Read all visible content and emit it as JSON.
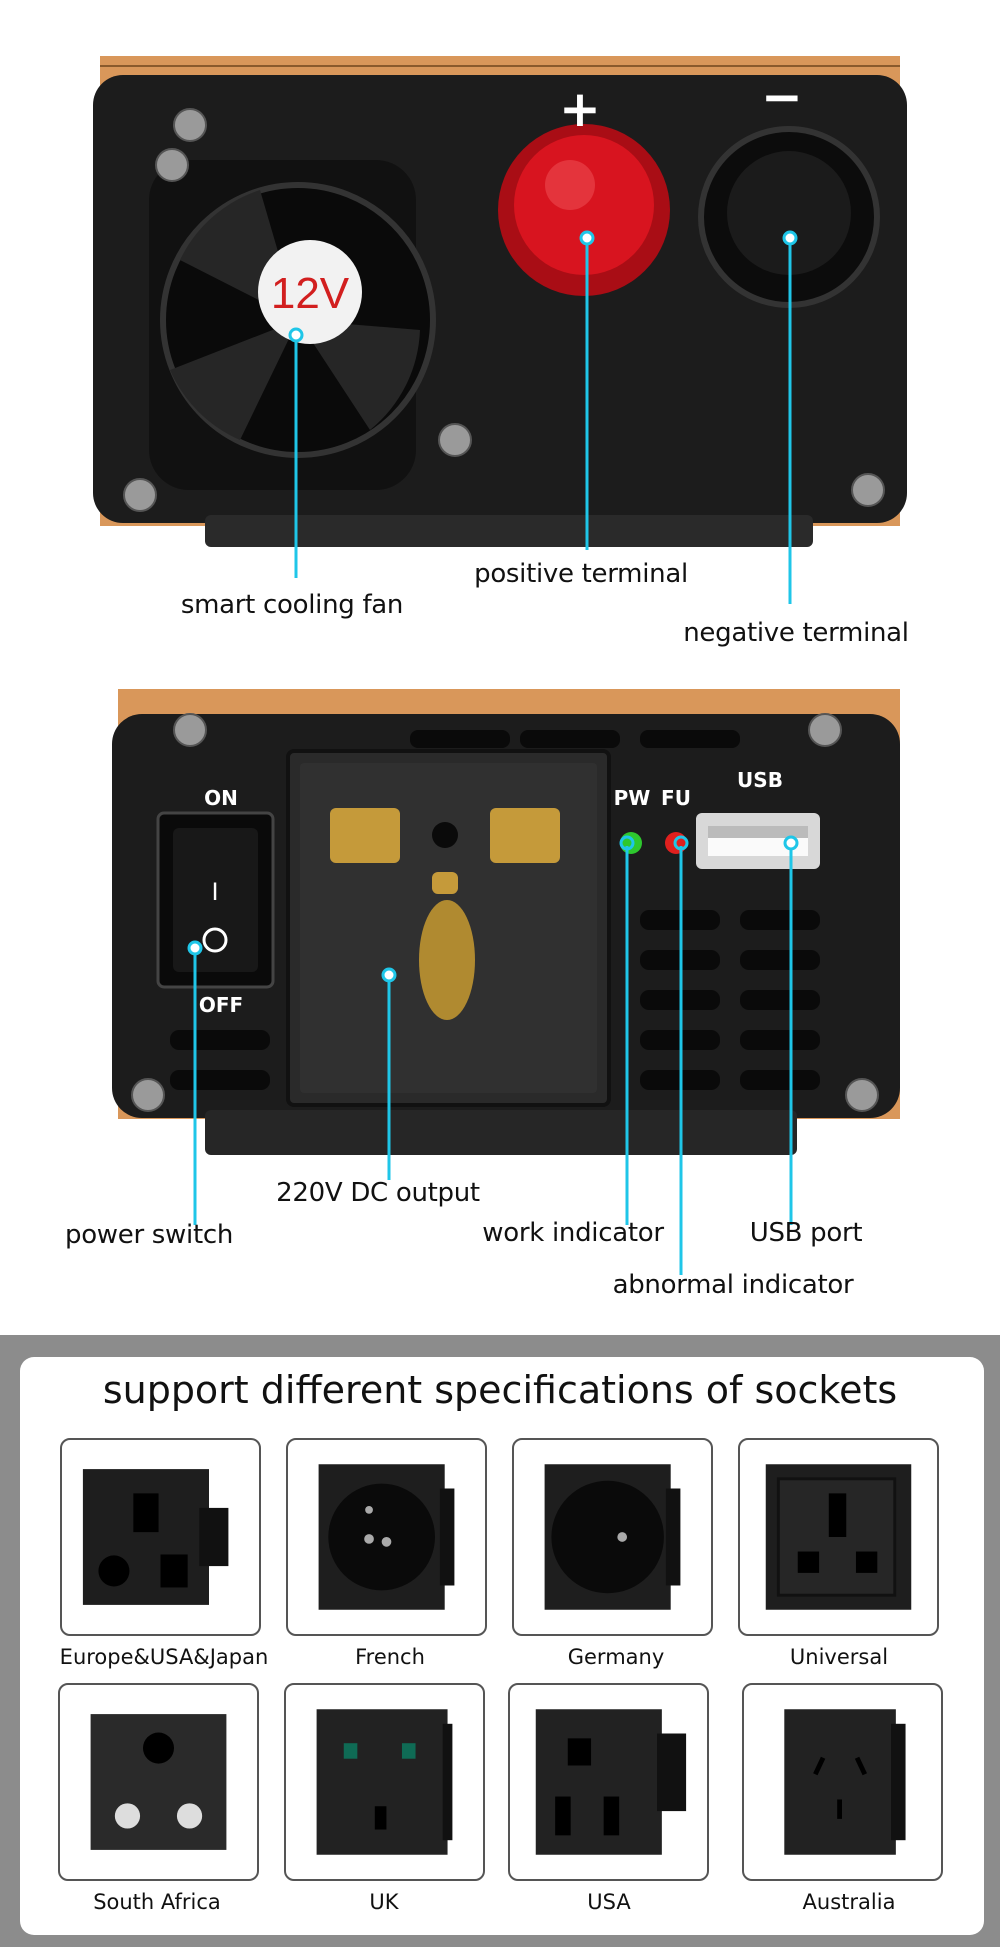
{
  "panel_front": {
    "fan_voltage": "12V",
    "positive_symbol": "+",
    "negative_symbol": "−",
    "labels": {
      "fan": "smart cooling fan",
      "positive": "positive terminal",
      "negative": "negative terminal"
    }
  },
  "panel_back": {
    "switch_on": "ON",
    "switch_off": "OFF",
    "switch_i": "I",
    "led_pw": "PW",
    "led_fu": "FU",
    "usb_text": "USB",
    "labels": {
      "output": "220V DC output",
      "switch": "power switch",
      "work": "work indicator",
      "usb": "USB port",
      "abnormal": "abnormal indicator"
    }
  },
  "sockets": {
    "title": "support different specifications of sockets",
    "items": [
      {
        "label": "Europe&USA&Japan",
        "icon": "universal-3-pin"
      },
      {
        "label": "French",
        "icon": "french-round"
      },
      {
        "label": "Germany",
        "icon": "schuko-round"
      },
      {
        "label": "Universal",
        "icon": "universal-multi"
      },
      {
        "label": "South Africa",
        "icon": "south-africa-round-pins"
      },
      {
        "label": "UK",
        "icon": "uk-rect-pins"
      },
      {
        "label": "USA",
        "icon": "usa-flat-pins"
      },
      {
        "label": "Australia",
        "icon": "australia-angled-pins"
      }
    ]
  },
  "colors": {
    "callout": "#1fc6e8",
    "fin": "#d9975a",
    "body": "#1c1c1c",
    "red_terminal": "#d8141f",
    "led_green": "#2ec82e",
    "led_red": "#e0201e"
  }
}
